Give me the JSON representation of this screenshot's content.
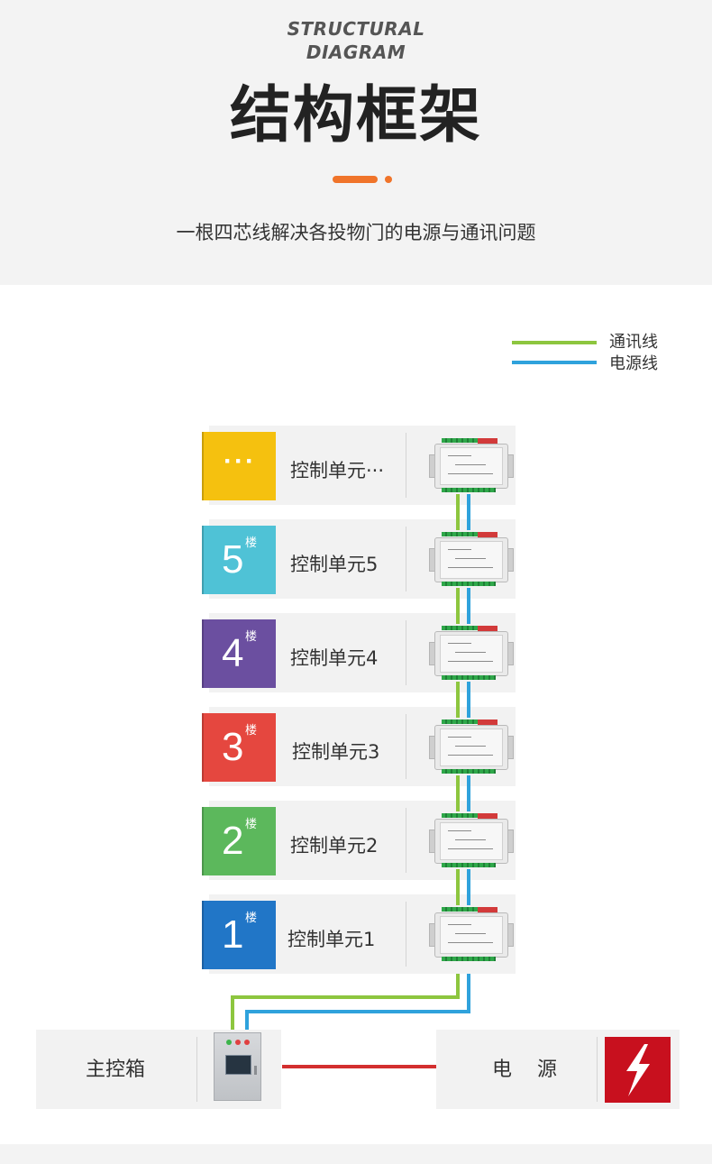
{
  "header": {
    "subtitle_line1": "STRUCTURAL",
    "subtitle_line2": "DIAGRAM",
    "title": "结构框架",
    "description": "一根四芯线解决各投物门的电源与通讯问题",
    "accent_color": "#f0742a"
  },
  "legend": {
    "items": [
      {
        "label": "通讯线",
        "color": "#8dc63f"
      },
      {
        "label": "电源线",
        "color": "#2fa2dc"
      }
    ]
  },
  "units": [
    {
      "badge_text": "···",
      "superscript": "",
      "label": "控制单元···",
      "color": "#f5c10f"
    },
    {
      "badge_text": "5",
      "superscript": "楼",
      "label": "控制单元5",
      "color": "#4fc2d6"
    },
    {
      "badge_text": "4",
      "superscript": "楼",
      "label": "控制单元4",
      "color": "#6b4fa0"
    },
    {
      "badge_text": "3",
      "superscript": "楼",
      "label": "控制单元3",
      "color": "#e5473f"
    },
    {
      "badge_text": "2",
      "superscript": "楼",
      "label": "控制单元2",
      "color": "#5cb85c"
    },
    {
      "badge_text": "1",
      "superscript": "楼",
      "label": "控制单元1",
      "color": "#2176c7"
    }
  ],
  "bottom": {
    "main_box_label": "主控箱",
    "power_label": "电    源",
    "power_color": "#c8101e",
    "link_color": "#d32f2f"
  }
}
